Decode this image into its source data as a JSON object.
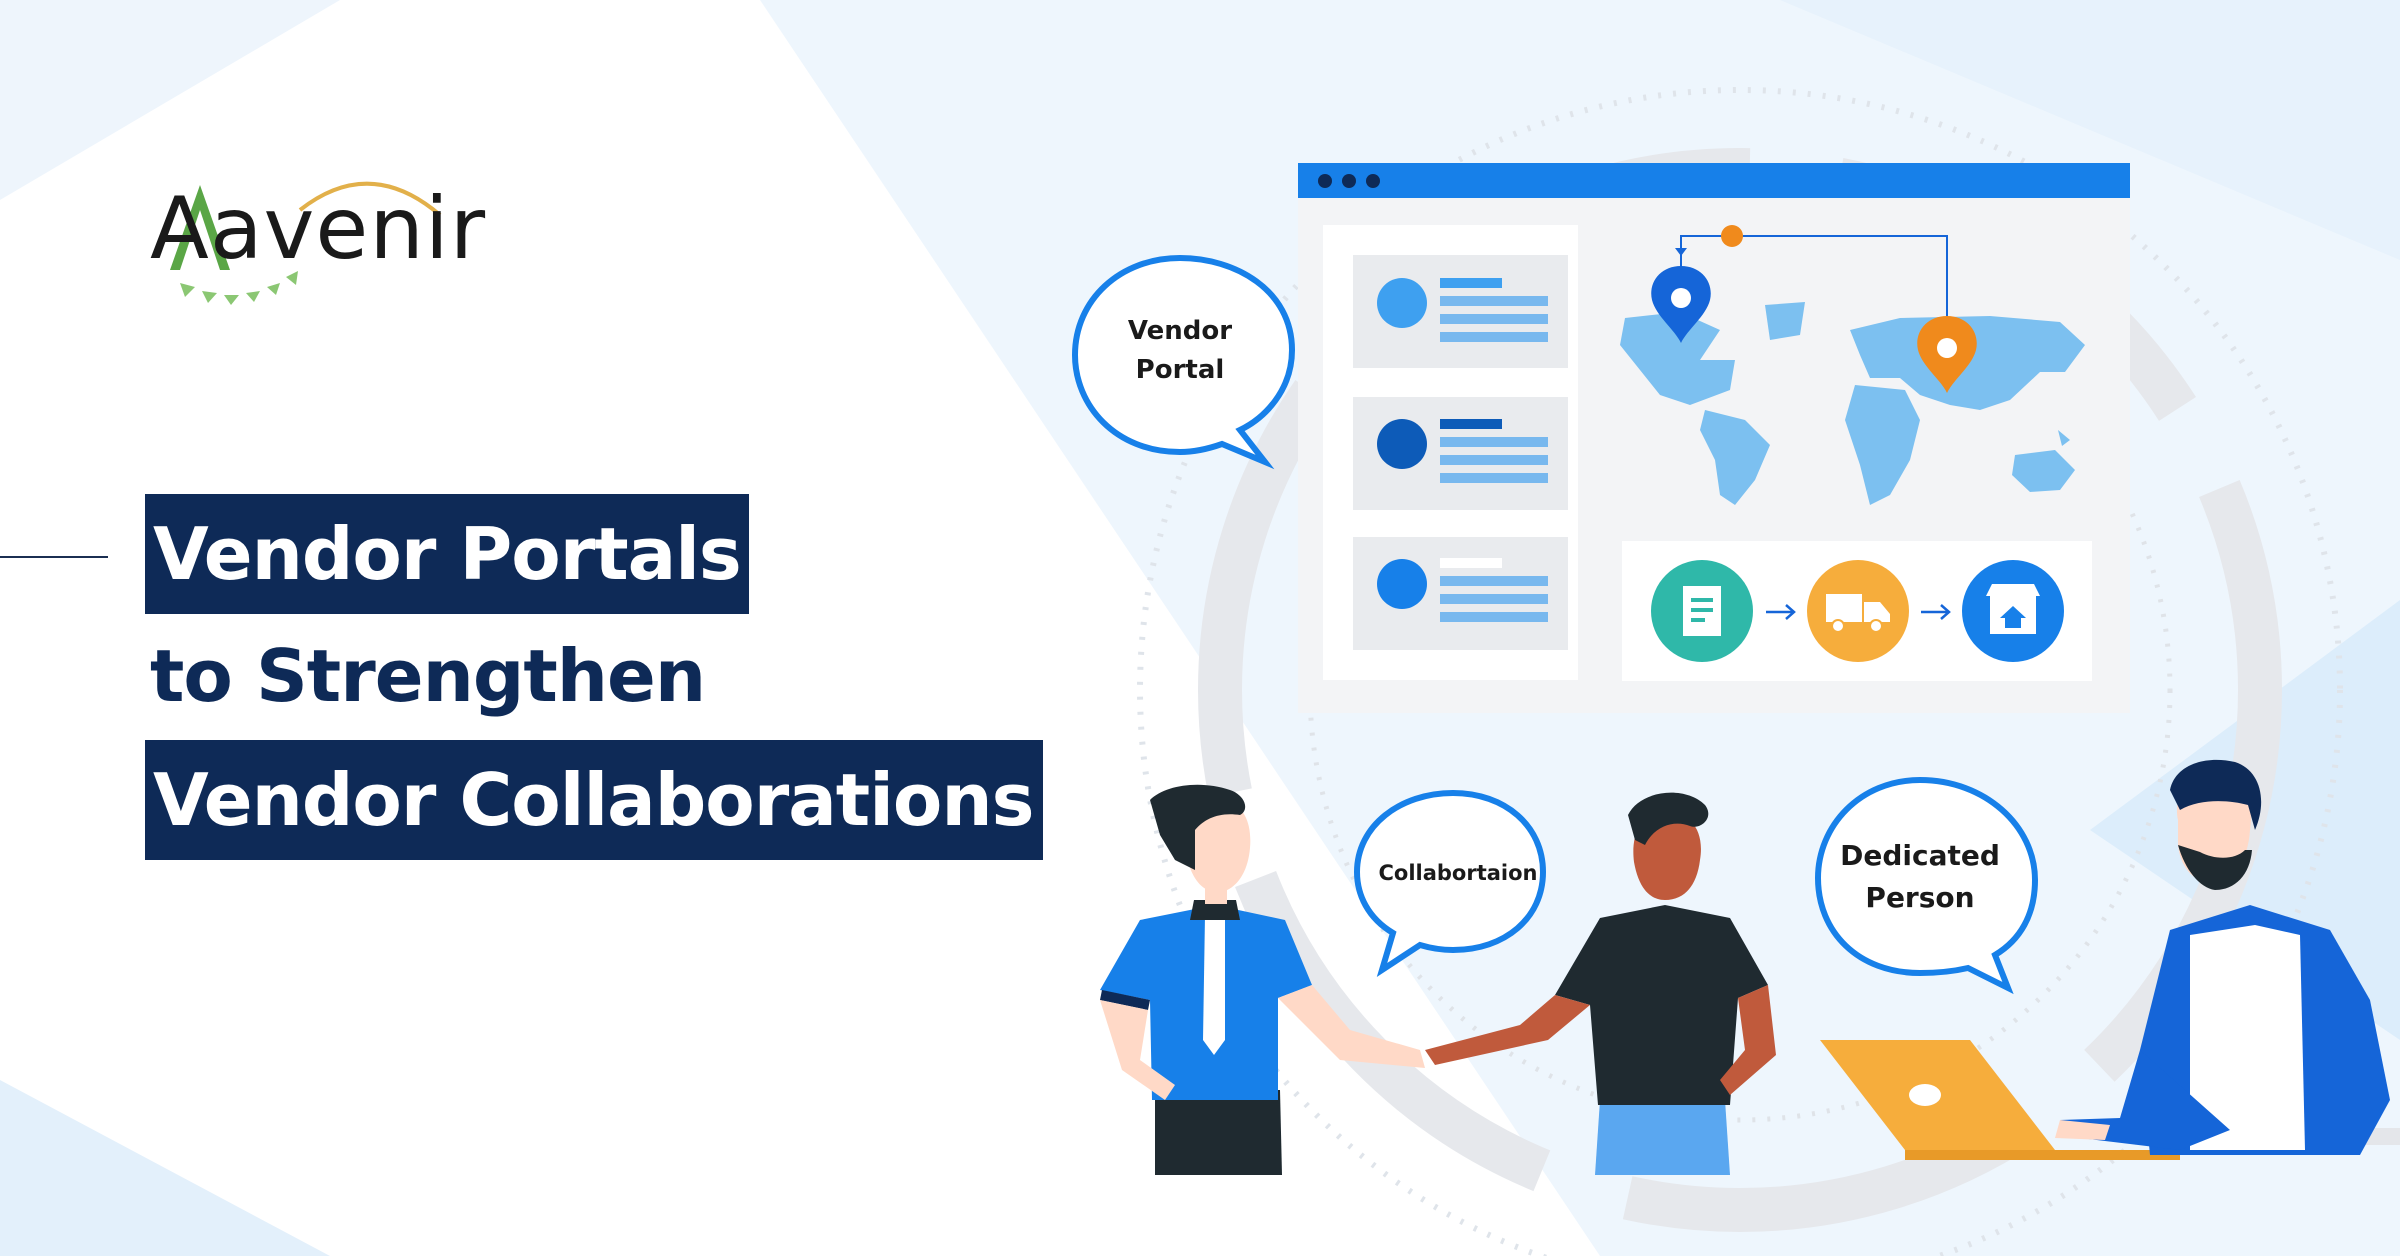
{
  "brand": {
    "name": "Aavenir"
  },
  "headline": {
    "line1": "Vendor Portals",
    "line2": "to Strengthen",
    "line3": "Vendor Collaborations"
  },
  "bubbles": {
    "vendor_portal": "Vendor Portal",
    "collaboration": "Collabortaion",
    "dedicated_person": "Dedicated Person"
  },
  "colors": {
    "navy": "#0e2a57",
    "blue": "#1565d8",
    "browser_bar": "#1780e9",
    "light_blue": "#7cc0f0",
    "orange": "#f2a33a",
    "teal": "#2fb8a9"
  },
  "icons": {
    "pin_blue": "location-pin-icon",
    "pin_orange": "location-pin-icon",
    "document": "document-icon",
    "truck": "delivery-truck-icon",
    "store": "store-icon"
  }
}
